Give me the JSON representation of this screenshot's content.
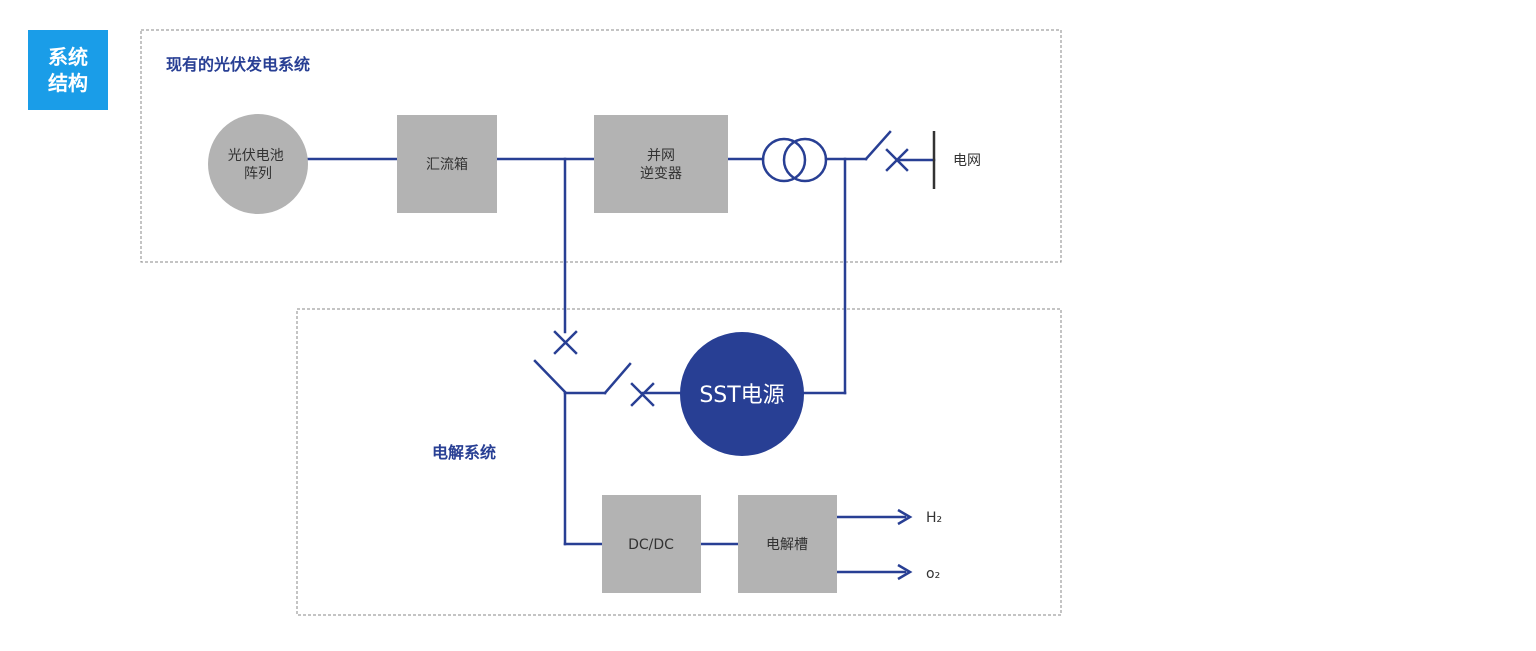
{
  "section": {
    "label": "系统结构"
  },
  "groups": {
    "existing": "现有的光伏发电系统",
    "electrolysis": "电解系统"
  },
  "nodes": {
    "pv_array": "光伏电池阵列",
    "combiner_box": "汇流箱",
    "inverter_line1": "并网",
    "inverter_line2": "逆变器",
    "grid": "电网",
    "sst": "SST电源",
    "dcdc": "DC/DC",
    "electrolyzer": "电解槽",
    "output_h2": "H₂",
    "output_o2": "o₂"
  },
  "colors": {
    "line": "#283f94",
    "box": "#b3b3b3",
    "pv_circle": "#b3b3b3",
    "sst_circle": "#283f94",
    "badge": "#1a9de8",
    "group_border": "#888888",
    "group_title": "#283f94",
    "text_dark": "#333333",
    "text_light": "#ffffff"
  }
}
